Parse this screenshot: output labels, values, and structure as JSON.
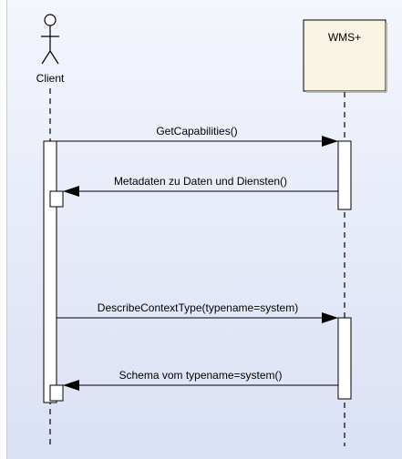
{
  "participants": {
    "client": {
      "label": "Client",
      "icon": "actor-icon"
    },
    "server": {
      "label": "WMS+"
    }
  },
  "messages": [
    {
      "label": "GetCapabilities()",
      "direction": "client-to-server"
    },
    {
      "label": "Metadaten zu Daten und Diensten()",
      "direction": "server-to-client"
    },
    {
      "label": "DescribeContextType(typename=system)",
      "direction": "client-to-server"
    },
    {
      "label": "Schema vom typename=system()",
      "direction": "server-to-client"
    }
  ],
  "colors": {
    "background_top": "#f4f6fd",
    "background_bottom": "#dbe1f5",
    "participant_fill": "#f8f3e3",
    "activation_fill": "#ffffff",
    "stroke": "#000000"
  }
}
